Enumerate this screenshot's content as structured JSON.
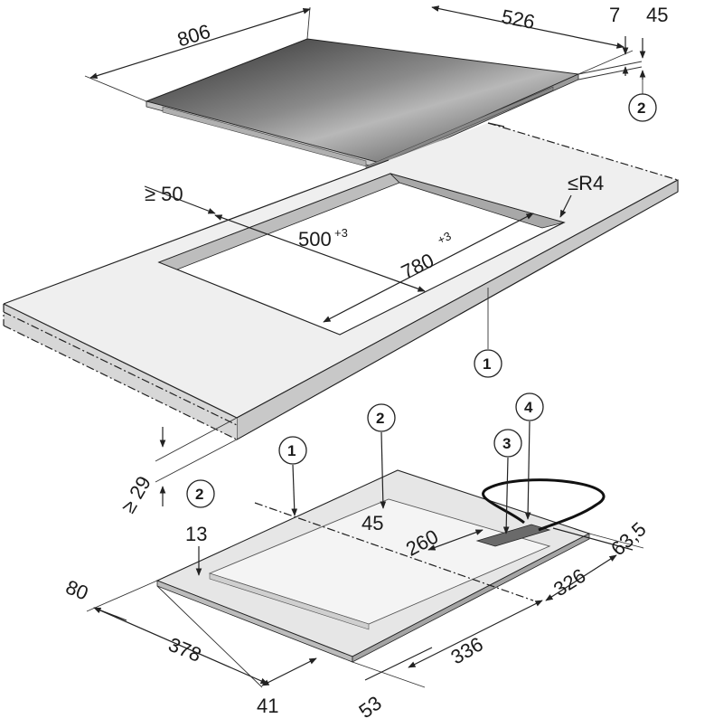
{
  "hob": {
    "width_mm": "806",
    "depth_mm": "526",
    "glass_thickness_mm": "7",
    "height_mm": "45",
    "callout_height": "2"
  },
  "worktop": {
    "min_edge_distance": "≥ 50",
    "corner_radius": "≤R4",
    "cutout_depth": "500",
    "cutout_depth_tol": "+3",
    "cutout_width": "780",
    "cutout_width_tol": "+3",
    "callout_worktop": "1",
    "min_thickness": "≥ 29"
  },
  "underside": {
    "callout_1": "1",
    "callout_2_left": "2",
    "callout_2_center": "2",
    "callout_3": "3",
    "callout_4": "4",
    "dim_13": "13",
    "dim_45": "45",
    "dim_260": "260",
    "dim_63_5": "63,5",
    "dim_326": "326",
    "dim_336": "336",
    "dim_53": "53",
    "dim_41": "41",
    "dim_80": "80",
    "dim_378": "378"
  }
}
